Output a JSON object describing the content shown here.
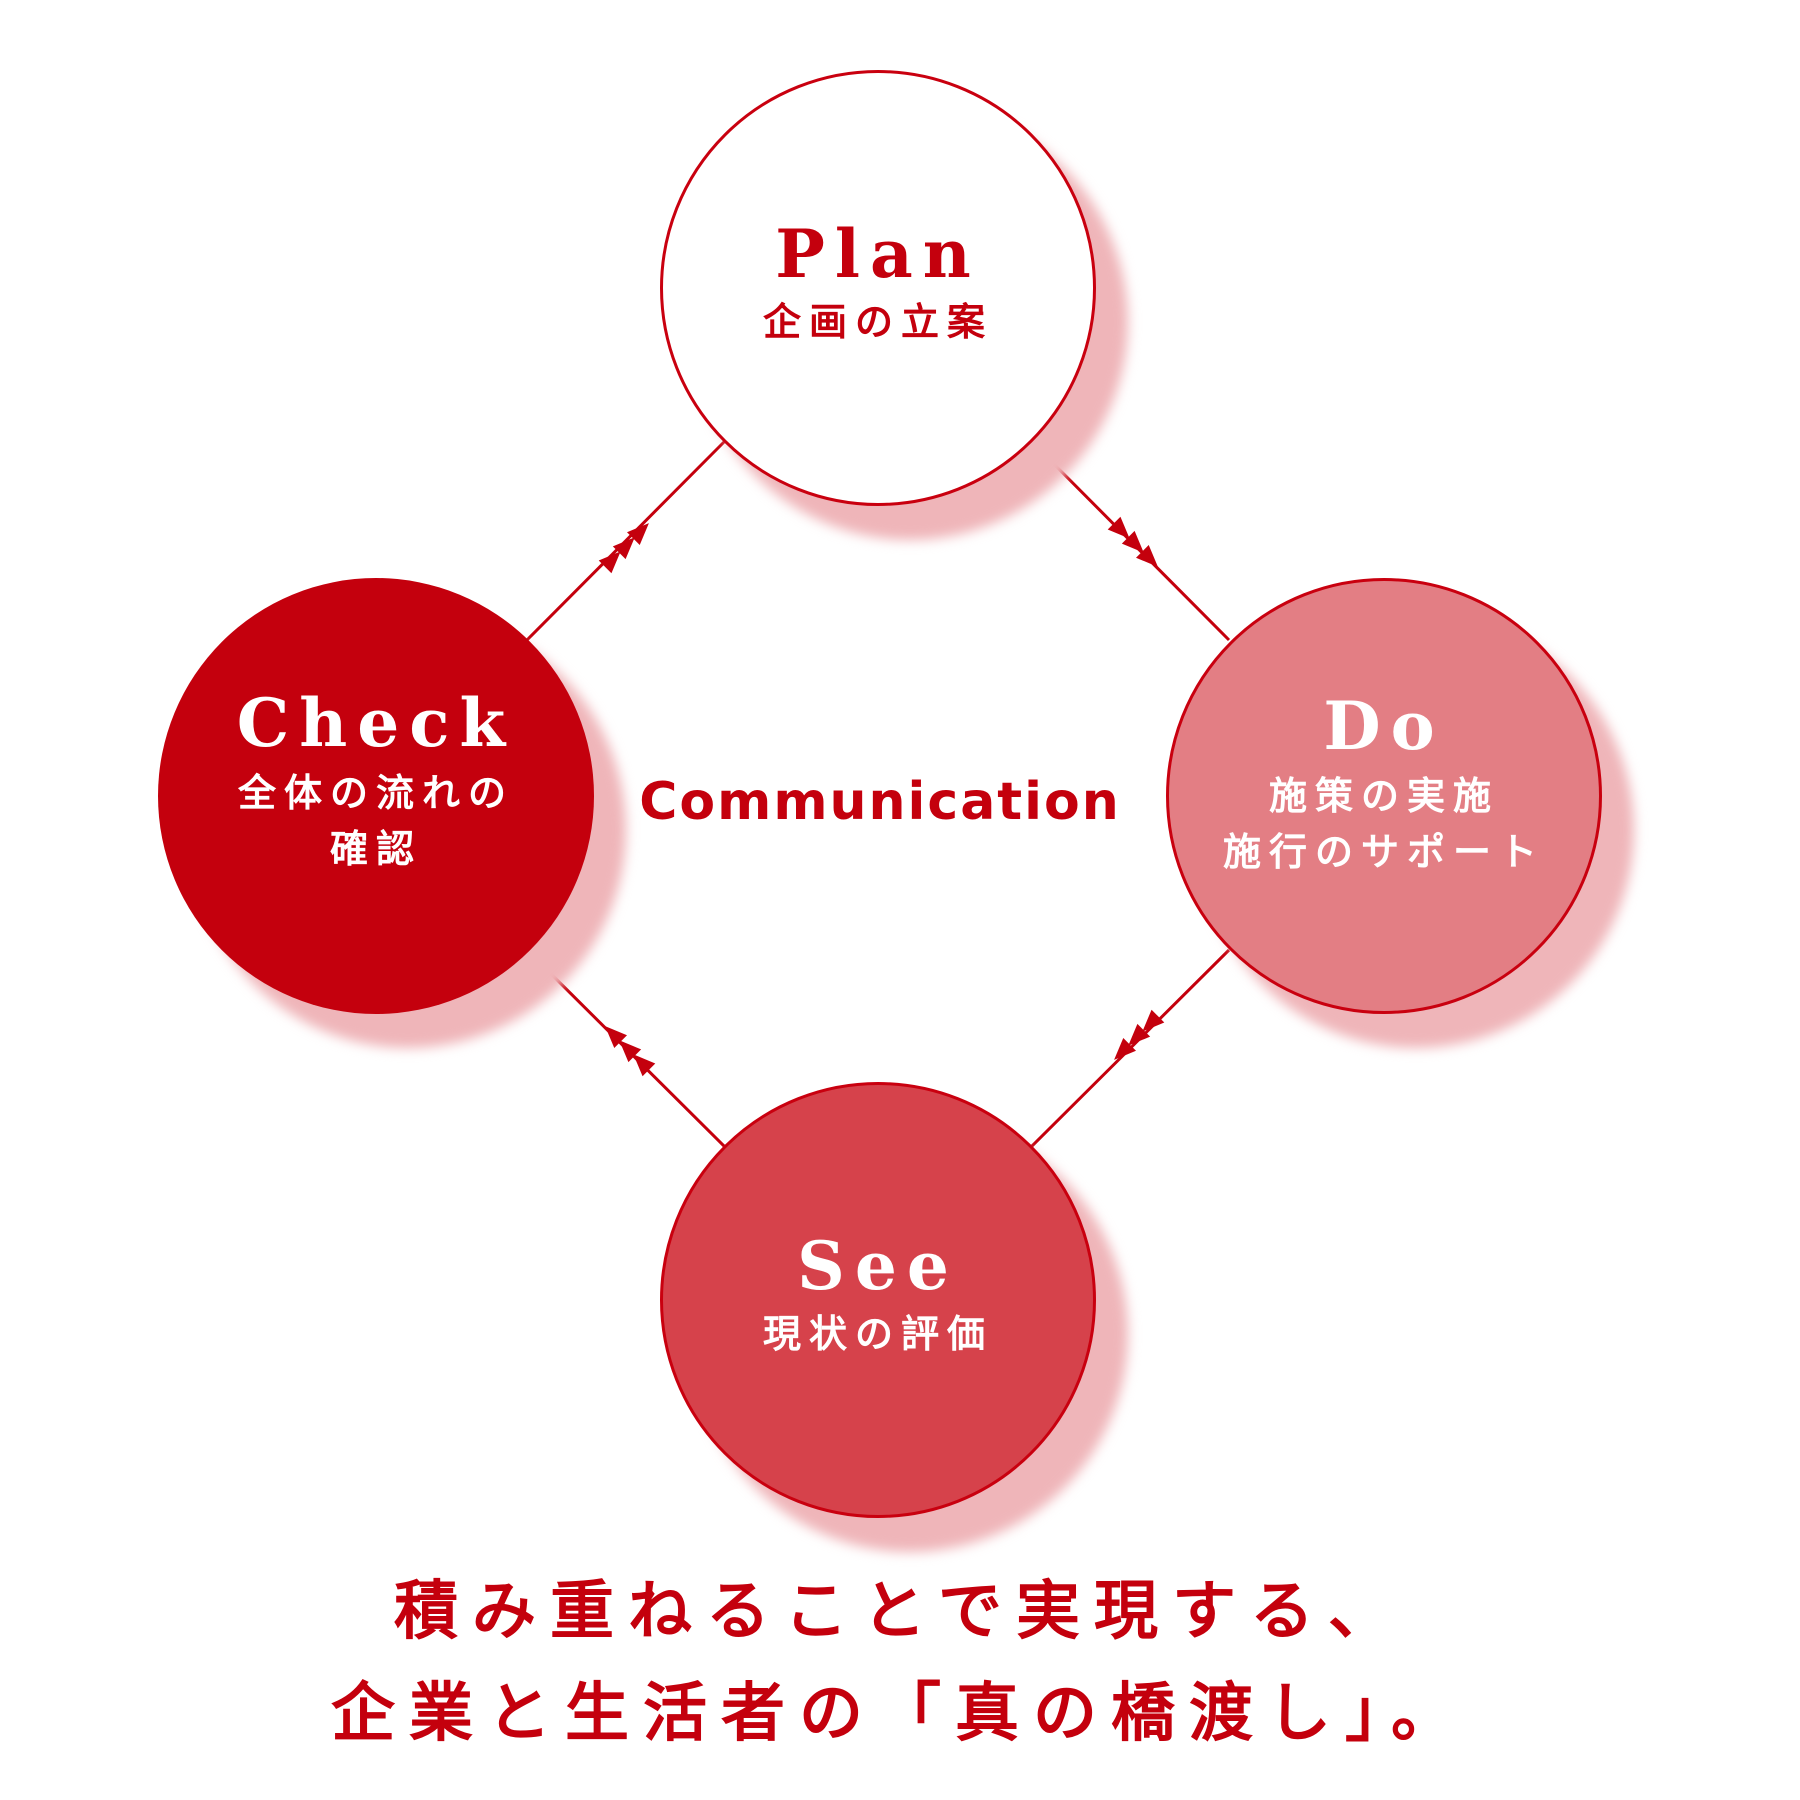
{
  "diagram": {
    "center": "Communication",
    "nodes": {
      "plan": {
        "title": "Plan",
        "lines": [
          "企画の立案"
        ]
      },
      "do": {
        "title": "Do",
        "lines": [
          "施策の実施",
          "施行のサポート"
        ]
      },
      "check": {
        "title": "Check",
        "lines": [
          "全体の流れの",
          "確認"
        ]
      },
      "see": {
        "title": "See",
        "lines": [
          "現状の評価"
        ]
      }
    },
    "cycle_order": [
      "plan",
      "do",
      "see",
      "check"
    ]
  },
  "tagline": {
    "line1": "積み重ねることで実現する、",
    "line2": "企業と生活者の「真の橋渡し」。"
  },
  "colors": {
    "red": "#c4000d",
    "plan_fill": "#ffffff",
    "do_fill": "#e37e84",
    "check_fill": "#c4000d",
    "see_fill": "#d6424b",
    "shadow": "#efb5b9"
  }
}
